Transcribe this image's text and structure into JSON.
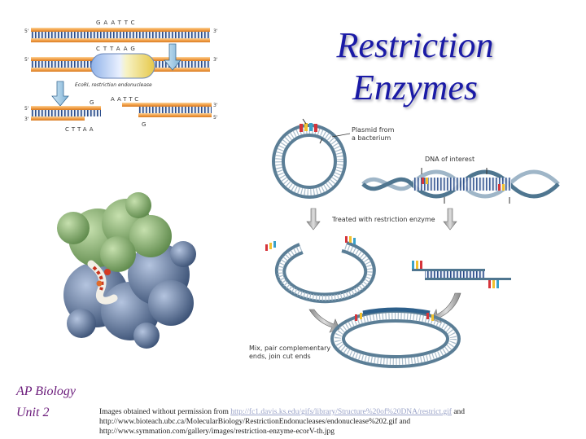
{
  "title_line1": "Restriction",
  "title_line2": "Enzymes",
  "course_line1": "AP Biology",
  "course_line2": "Unit 2",
  "credits": {
    "prefix": "Images obtained without permission from ",
    "link1": "http://fc1.davis.ks.edu/gifs/library/Structure%20of%20DNA/restrict.gif",
    "mid": " and",
    "line2": "http://www.bioteach.ubc.ca/MolecularBiology/RestrictionEndonucleases/endonuclease%202.gif and",
    "line3": "http://www.symmation.com/gallery/images/restriction-enzyme-ecorV-th.jpg"
  },
  "ecori": {
    "top_seq": "GAATTC",
    "bottom_seq": "CTTAAG",
    "enzyme_label": "EcoRI, restriction endonuclease",
    "cut_left_top": "G",
    "cut_left_bottom": "CTTAA",
    "cut_right_top": "AATTC",
    "cut_right_bottom": "G",
    "end5": "5'",
    "end3": "3'"
  },
  "plasmid": {
    "plasmid_label_1": "Plasmid from",
    "plasmid_label_2": "a bacterium",
    "dna_label": "DNA of interest",
    "treated_label": "Treated with restriction enzyme",
    "mix_label_1": "Mix, pair complementary",
    "mix_label_2": "ends, join cut ends"
  },
  "colors": {
    "title": "#1a1aa6",
    "strand": "#f3a24a",
    "rung": "#2a4c8a",
    "ring": "#5b7e96",
    "protein_green": "#7ea46a",
    "protein_blue": "#5f7598"
  }
}
